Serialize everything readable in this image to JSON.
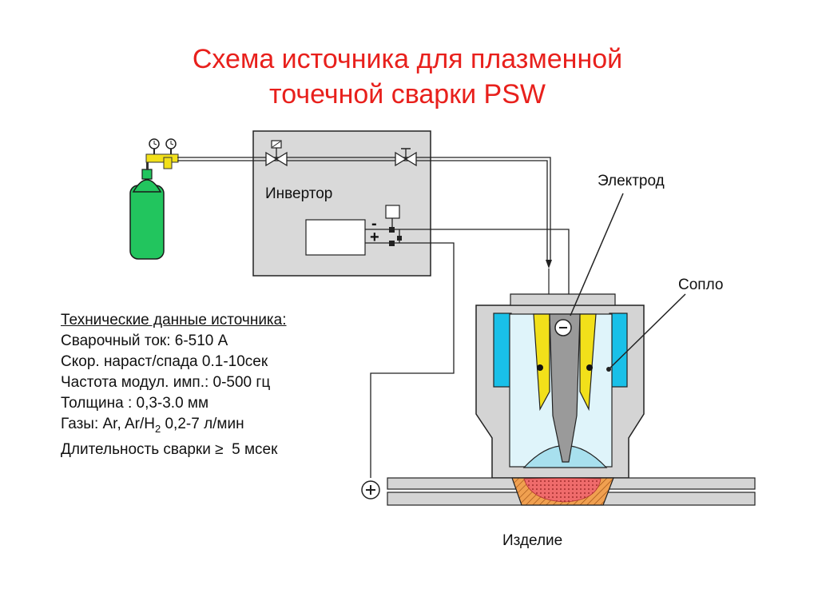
{
  "title": {
    "line1": "Схема источника для плазменной",
    "line2": "точечной сварки PSW"
  },
  "labels": {
    "inverter": "Инвертор",
    "electrode": "Электрод",
    "nozzle": "Сопло",
    "workpiece": "Изделие",
    "minus_terminal": "-",
    "plus_terminal": "+",
    "electrode_polarity": "-",
    "ground_polarity": "+"
  },
  "specs": {
    "header": "Технические данные источника:",
    "items": [
      {
        "label": "Сварочный ток: ",
        "value": "6-510 А"
      },
      {
        "label": "Скор. нараст/спада ",
        "value": "0.1-10сек"
      },
      {
        "label": "Частота модул. имп.: ",
        "value": "0-500 гц"
      },
      {
        "label": "Толщина : ",
        "value": "0,3-3.0 мм"
      }
    ],
    "gases": {
      "prefix": "Газы: Ar, Ar/H",
      "subscript": "2",
      "suffix": " 0,2-7 л/мин"
    },
    "duration": {
      "label": "Длительность сварки ",
      "symbol": "≥",
      "value": "  5 мсек"
    }
  },
  "colors": {
    "title": "#e8201c",
    "cylinder": "#22c55e",
    "inverter_box": "#d9d9d9",
    "nozzle_body": "#d4d4d4",
    "water_jacket": "#19c0e8",
    "insulator": "#f2e01a",
    "electrode": "#9a9a9a",
    "plasma_gas": "#dff4fa",
    "weld_pool": "#ef6b6b",
    "haz": "#f0a050"
  }
}
